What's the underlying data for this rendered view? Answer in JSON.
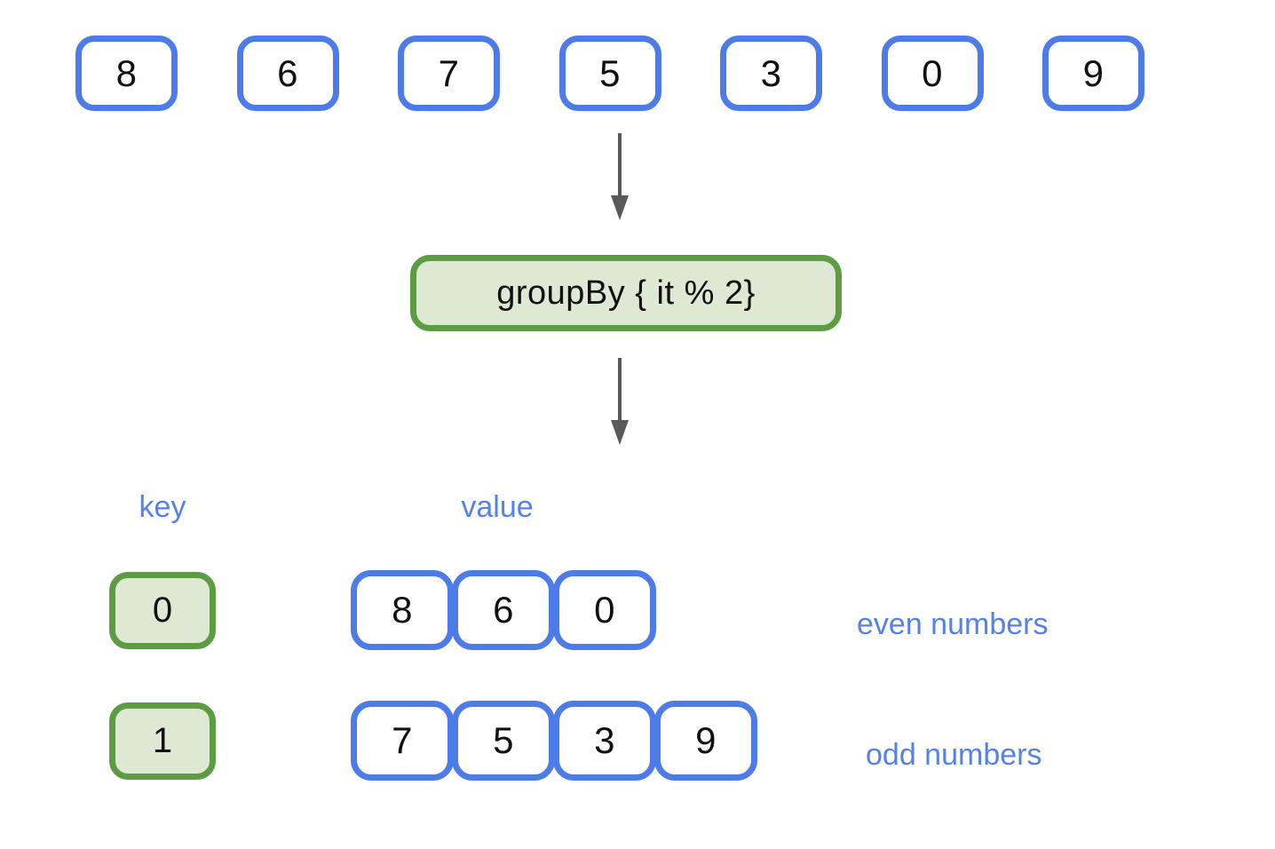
{
  "colors": {
    "blue_border": "#4D7CE9",
    "blue_text": "#5582EA",
    "green_border": "#5E9C44",
    "green_fill": "#DEE9D4",
    "arrow_gray": "#595959",
    "number_text": "#111111"
  },
  "input_row": {
    "items": [
      "8",
      "6",
      "7",
      "5",
      "3",
      "0",
      "9"
    ]
  },
  "operation": {
    "label": "groupBy { it % 2}"
  },
  "output": {
    "key_header": "key",
    "value_header": "value",
    "groups": [
      {
        "key": "0",
        "values": [
          "8",
          "6",
          "0"
        ],
        "caption": "even numbers"
      },
      {
        "key": "1",
        "values": [
          "7",
          "5",
          "3",
          "9"
        ],
        "caption": "odd numbers"
      }
    ]
  }
}
